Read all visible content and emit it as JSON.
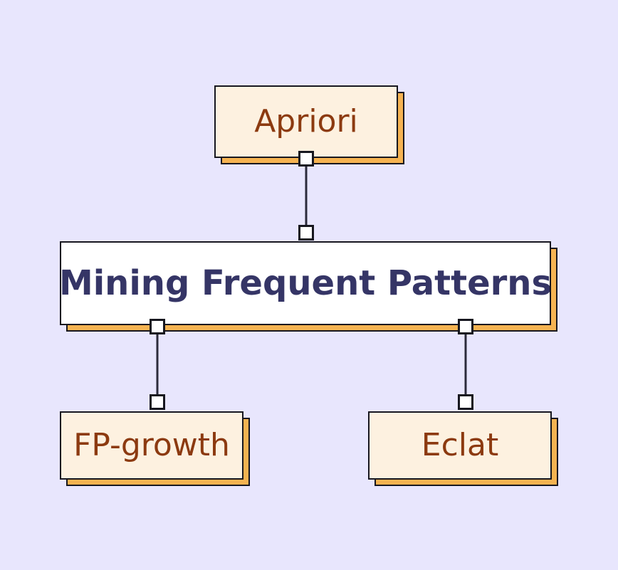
{
  "diagram": {
    "type": "tree",
    "background_color": "#e8e6fd",
    "central_node": {
      "id": "mining-frequent-patterns",
      "label": "Mining Frequent Patterns",
      "fill_color": "#ffffff",
      "text_color": "#353566",
      "border_color": "#17171f",
      "shadow_color": "#f5b351"
    },
    "nodes": [
      {
        "id": "apriori",
        "label": "Apriori",
        "fill_color": "#fdf1e0",
        "text_color": "#8c3a10",
        "border_color": "#17171f",
        "shadow_color": "#f5b351",
        "position": "top"
      },
      {
        "id": "fp-growth",
        "label": "FP-growth",
        "fill_color": "#fdf1e0",
        "text_color": "#8c3a10",
        "border_color": "#17171f",
        "shadow_color": "#f5b351",
        "position": "bottom-left"
      },
      {
        "id": "eclat",
        "label": "Eclat",
        "fill_color": "#fdf1e0",
        "text_color": "#8c3a10",
        "border_color": "#17171f",
        "shadow_color": "#f5b351",
        "position": "bottom-right"
      }
    ],
    "edges": [
      {
        "from": "mining-frequent-patterns",
        "to": "apriori"
      },
      {
        "from": "mining-frequent-patterns",
        "to": "fp-growth"
      },
      {
        "from": "mining-frequent-patterns",
        "to": "eclat"
      }
    ],
    "edge_color": "#2b2b3a",
    "handle_fill": "#ffffff",
    "handle_border": "#17171f"
  }
}
